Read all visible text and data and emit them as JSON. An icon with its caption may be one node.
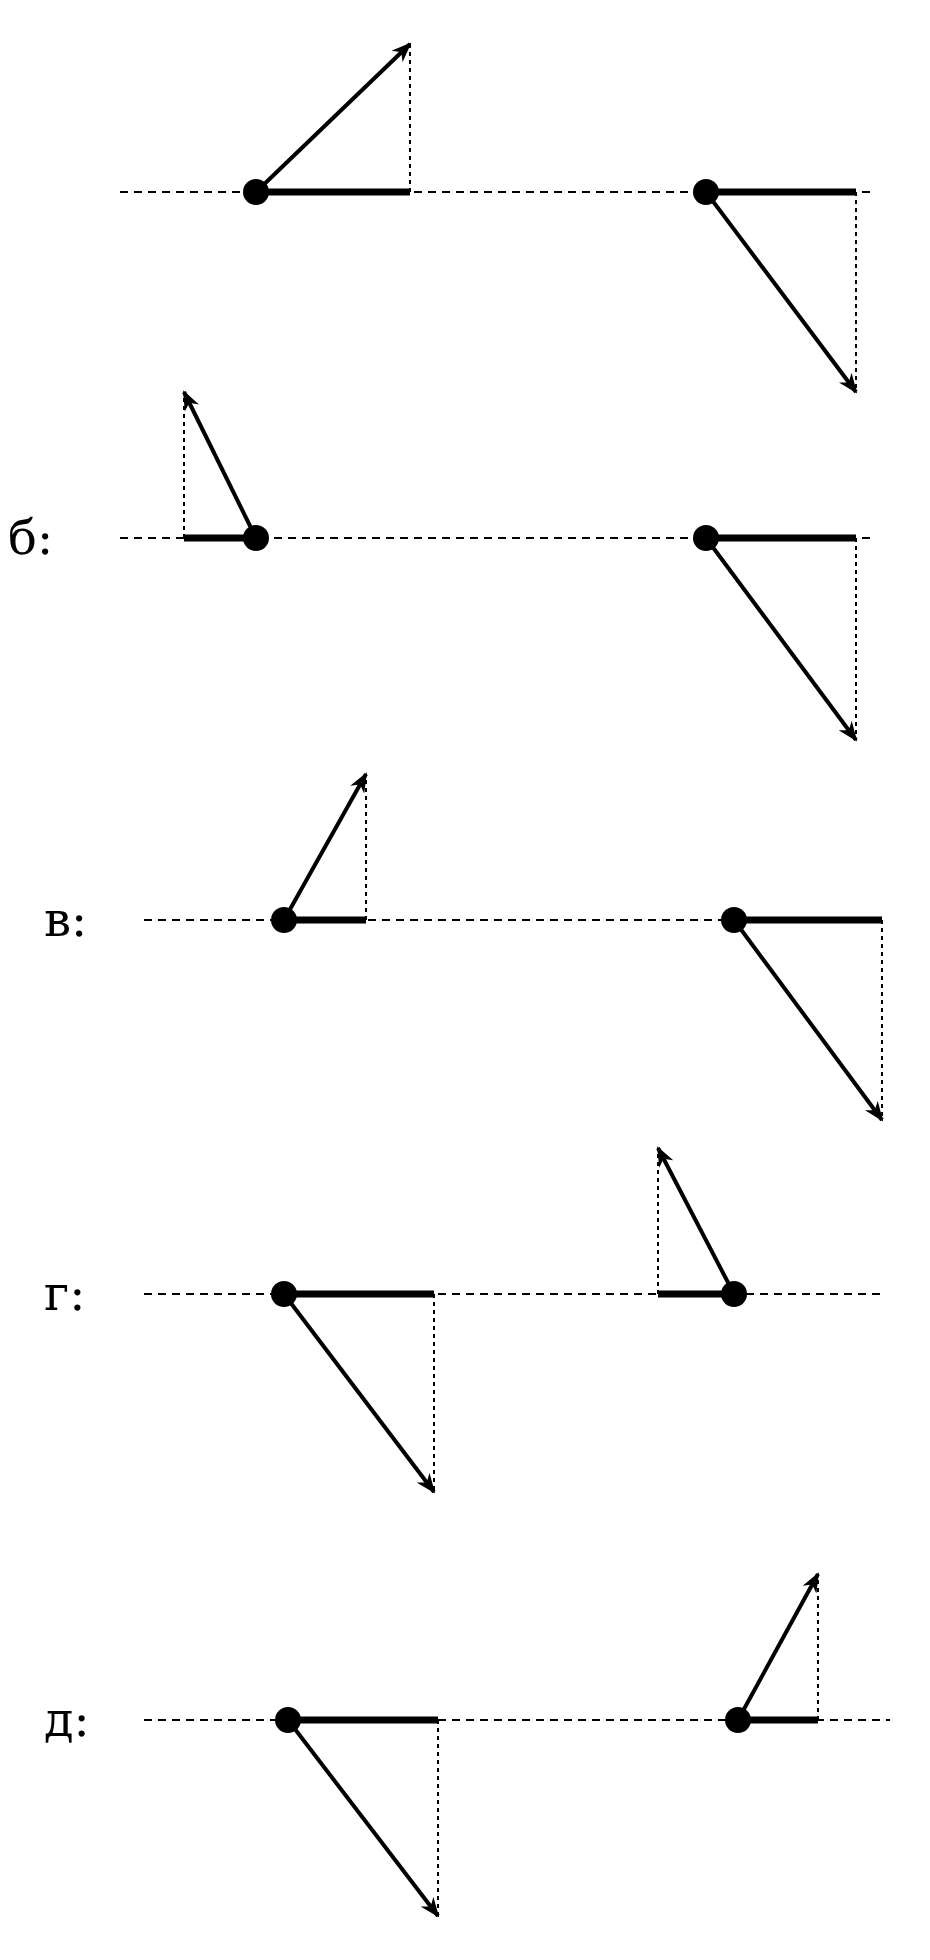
{
  "diagram": {
    "labels": [
      "б:",
      "в:",
      "г:",
      "д:"
    ]
  }
}
